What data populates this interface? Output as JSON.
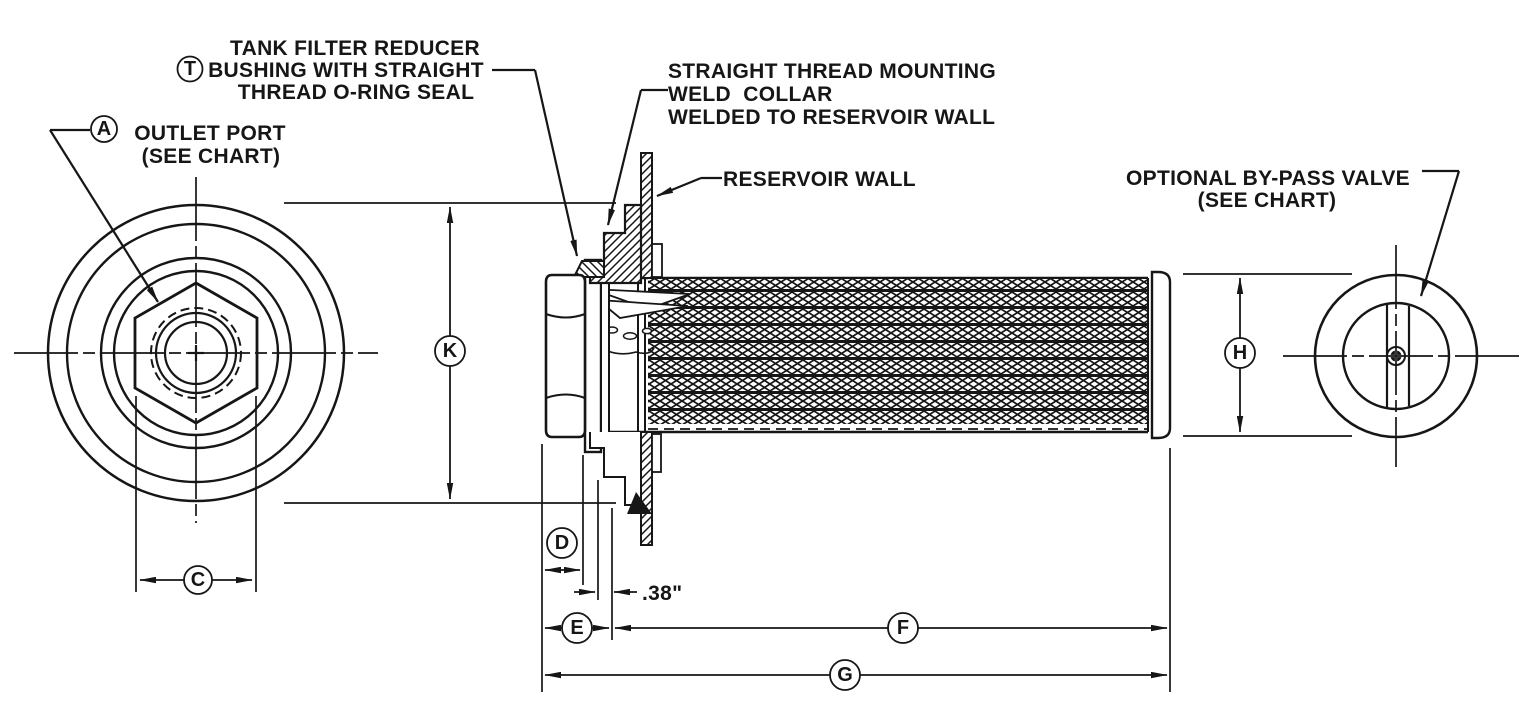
{
  "drawing": {
    "labels": {
      "outlet_port_line1": "OUTLET PORT",
      "outlet_port_line2": "(SEE CHART)",
      "bushing_line1": "TANK FILTER REDUCER",
      "bushing_line2": "BUSHING WITH STRAIGHT",
      "bushing_line3": "THREAD O-RING SEAL",
      "collar_line1": "STRAIGHT THREAD MOUNTING",
      "collar_line2": "WELD  COLLAR",
      "collar_line3": "WELDED TO RESERVOIR WALL",
      "reservoir_wall": "RESERVOIR WALL",
      "bypass_line1": "OPTIONAL BY-PASS VALVE",
      "bypass_line2": "(SEE CHART)"
    },
    "callouts": {
      "outlet_port": "A",
      "bushing": "T",
      "dim_c": "C",
      "dim_d": "D",
      "dim_e": "E",
      "dim_f": "F",
      "dim_g": "G",
      "dim_h": "H",
      "dim_k": "K"
    },
    "dimensions": {
      "wall_offset": ".38\""
    },
    "colors": {
      "ink": "#161616",
      "background": "#ffffff"
    }
  }
}
